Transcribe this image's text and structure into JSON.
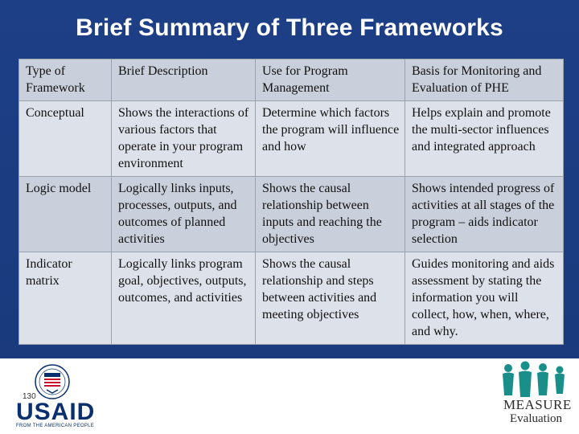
{
  "title": "Brief Summary of Three Frameworks",
  "table": {
    "headers": [
      "Type of Framework",
      "Brief Description",
      "Use for Program Management",
      "Basis for Monitoring and Evaluation of PHE"
    ],
    "rows": [
      [
        "Conceptual",
        "Shows the interactions of various factors that operate in your program environment",
        "Determine which factors the program will influence and how",
        "Helps explain and promote the multi-sector influences and integrated approach"
      ],
      [
        "Logic model",
        "Logically links inputs, processes, outputs, and outcomes of planned activities",
        "Shows the causal relationship between inputs and reaching the objectives",
        "Shows intended progress of activities at all stages of the program – aids indicator selection"
      ],
      [
        "Indicator matrix",
        "Logically links program goal, objectives, outputs, outcomes, and activities",
        "Shows the causal relationship and steps between activities and meeting objectives",
        "Guides monitoring and aids assessment by stating the information you will collect, how, when, where, and why."
      ]
    ]
  },
  "footer": {
    "page_number": "130",
    "usaid_word": "USAID",
    "usaid_tagline": "FROM THE AMERICAN PEOPLE",
    "measure_word": "MEASURE",
    "evaluation_word": "Evaluation"
  },
  "colors": {
    "background_blue": "#1d3f86",
    "table_light": "#dde2ea",
    "table_dark": "#c9cfdb",
    "measure_teal": "#1a8f8a",
    "usaid_blue": "#0a2f6e",
    "usaid_red": "#c8102e"
  }
}
